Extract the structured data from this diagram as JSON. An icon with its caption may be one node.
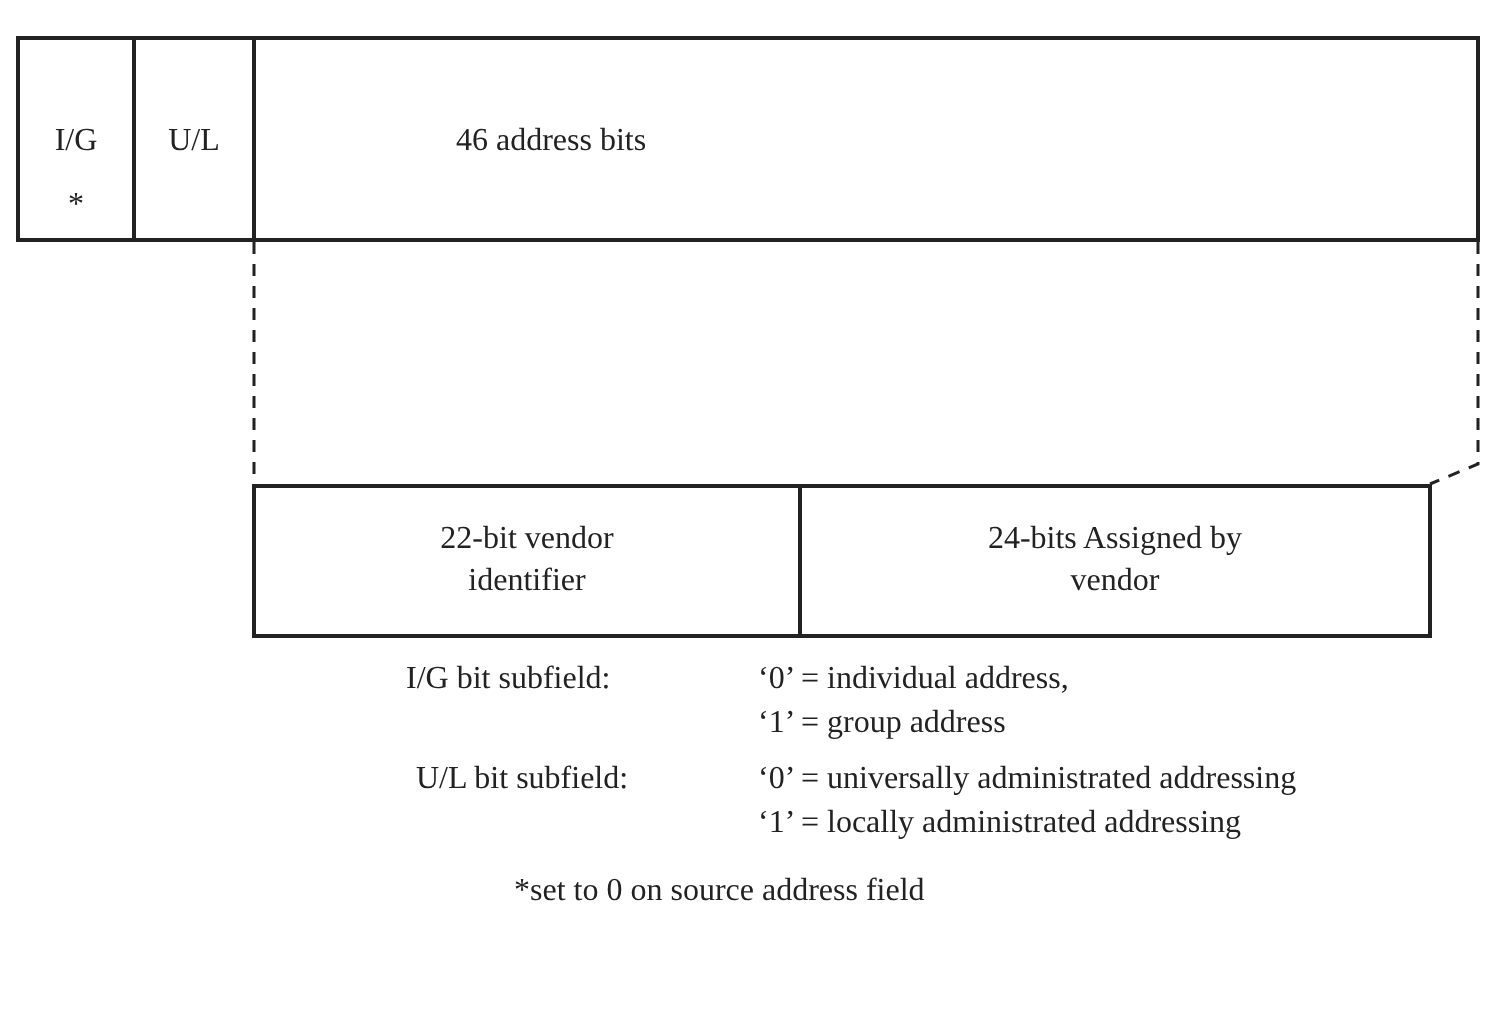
{
  "diagram": {
    "nodes": [
      {
        "text": [
          "I/G",
          "*"
        ]
      },
      {
        "text": [
          "U/L"
        ]
      },
      {
        "text": [
          "46 address bits"
        ]
      },
      {
        "text": [
          "22-bit vendor identifier"
        ]
      },
      {
        "text": [
          "24-bits Assigned by vendor"
        ]
      }
    ],
    "edges": [
      {
        "from": 2,
        "to": 3,
        "arrow": "none",
        "style": "dashed"
      },
      {
        "from": 2,
        "to": 4,
        "arrow": "none",
        "style": "dashed"
      }
    ],
    "labels": [
      "I/G bit subfield:",
      "‘0’ = individual address,",
      "‘1’ = group address",
      "U/L bit subfield:",
      "‘0’ = universally administrated addressing",
      "‘1’ = locally administrated addressing",
      "*set to 0 on source address field"
    ]
  }
}
